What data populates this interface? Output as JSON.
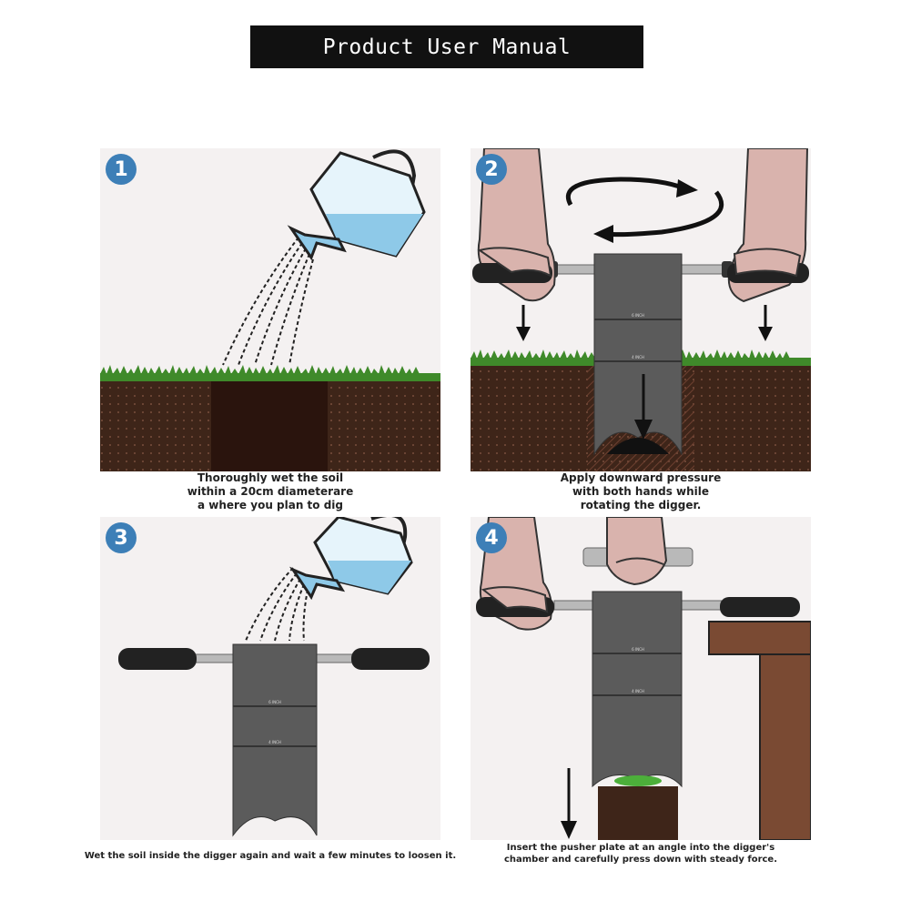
{
  "header": {
    "title": "Product User Manual"
  },
  "colors": {
    "badge": "#3d7fb7",
    "soil": "#3e2519",
    "grass": "#3f8a2a",
    "digger": "#5b5b5b",
    "water": "#8ec9e8",
    "skin": "#d9b3ad",
    "table": "#7a4a33"
  },
  "steps": [
    {
      "number": "1",
      "caption": "Thoroughly wet the soil\nwithin a 20cm diameterare\na where you plan to dig",
      "icons": [
        "watering-can-icon",
        "water-stream-icon",
        "grass-icon",
        "soil-icon"
      ]
    },
    {
      "number": "2",
      "caption": "Apply downward pressure\nwith both hands while\nrotating the digger.",
      "icons": [
        "rotation-arrows-icon",
        "hand-icon",
        "digger-icon",
        "down-arrow-icon"
      ],
      "scale_labels": [
        "6 INCH",
        "4 INCH"
      ]
    },
    {
      "number": "3",
      "caption": "Wet the soil inside the digger again and wait a few minutes to loosen it.",
      "icons": [
        "watering-can-icon",
        "water-stream-icon",
        "digger-icon"
      ],
      "scale_labels": [
        "6 INCH",
        "4 INCH"
      ]
    },
    {
      "number": "4",
      "caption": "Insert the pusher plate at an angle into the digger's\nchamber and carefully press down with steady force.",
      "icons": [
        "hand-icon",
        "digger-icon",
        "table-icon",
        "down-arrow-icon"
      ],
      "scale_labels": [
        "6 INCH",
        "4 INCH"
      ]
    }
  ]
}
